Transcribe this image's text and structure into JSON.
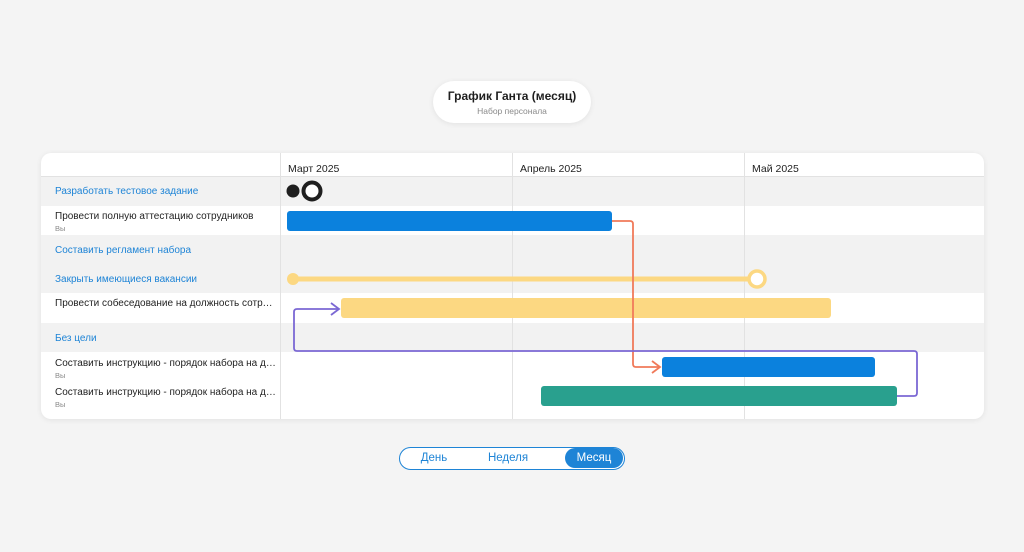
{
  "header": {
    "title": "График Ганта (месяц)",
    "subtitle": "Набор персонала"
  },
  "timeline": {
    "months": [
      "Март 2025",
      "Апрель 2025",
      "Май 2025"
    ]
  },
  "tasks": [
    {
      "name": "Разработать тестовое задание",
      "sub": "",
      "kind": "link"
    },
    {
      "name": "Провести полную аттестацию сотрудников",
      "sub": "Вы",
      "kind": "task"
    },
    {
      "name": "Составить регламент набора",
      "sub": "",
      "kind": "link"
    },
    {
      "name": "Закрыть имеющиеся вакансии",
      "sub": "",
      "kind": "link"
    },
    {
      "name": "Провести собеседование на должность сотрудника",
      "sub": "",
      "kind": "task"
    },
    {
      "name": "Без цели",
      "sub": "",
      "kind": "link"
    },
    {
      "name": "Составить инструкцию - порядок набора на должность",
      "sub": "Вы",
      "kind": "task"
    },
    {
      "name": "Составить инструкцию - порядок набора на должность",
      "sub": "Вы",
      "kind": "task"
    }
  ],
  "colors": {
    "blue_bar": "#0b81dd",
    "yellow_bar": "#fcd882",
    "teal_bar": "#29a08e",
    "dependency_orange": "#f07a5a",
    "dependency_purple": "#7b68d4",
    "link_text": "#1e84d6"
  },
  "view_switch": {
    "options": [
      "День",
      "Неделя",
      "Месяц"
    ],
    "selected": "Месяц"
  }
}
